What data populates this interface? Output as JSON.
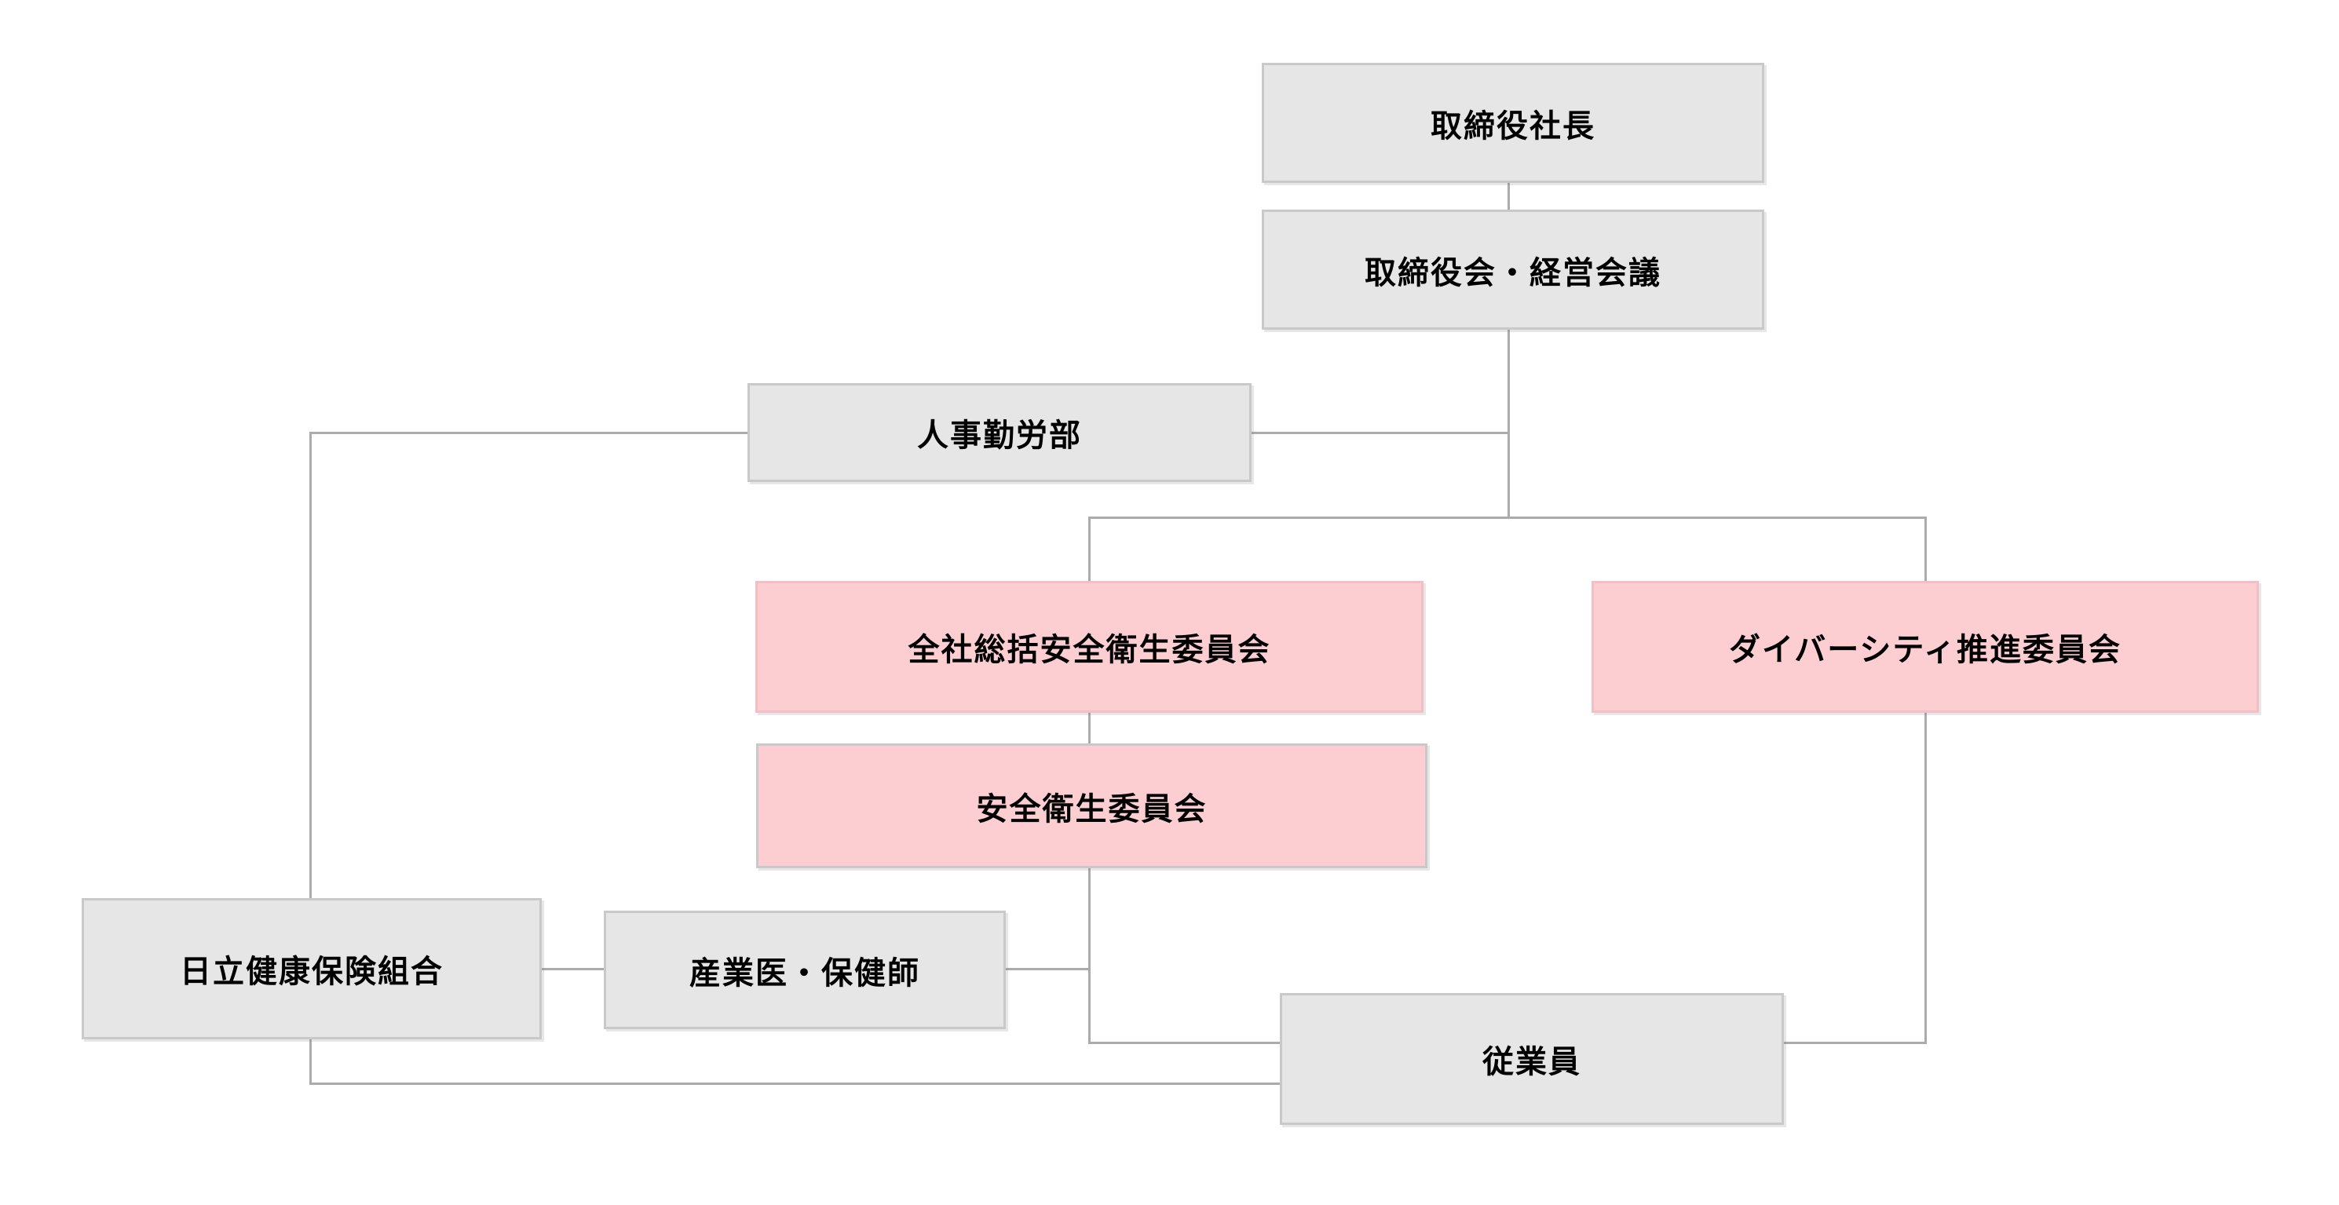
{
  "diagram": {
    "colors": {
      "page_bg": "#ffffff",
      "box_fill": "#e6e6e6",
      "box_border": "#c9c9c9",
      "accent_fill": "#fccdd1",
      "accent_border": "#f2bfc4",
      "line": "#ababab",
      "text": "#000000"
    },
    "nodes": {
      "president": {
        "label": "取締役社長"
      },
      "board": {
        "label": "取締役会・経営会議"
      },
      "hr": {
        "label": "人事勤労部"
      },
      "company_safety": {
        "label": "全社総括安全衛生委員会"
      },
      "diversity": {
        "label": "ダイバーシティ推進委員会"
      },
      "safety": {
        "label": "安全衛生委員会"
      },
      "insurance": {
        "label": "日立健康保険組合"
      },
      "physician": {
        "label": "産業医・保健師"
      },
      "employees": {
        "label": "従業員"
      }
    }
  }
}
